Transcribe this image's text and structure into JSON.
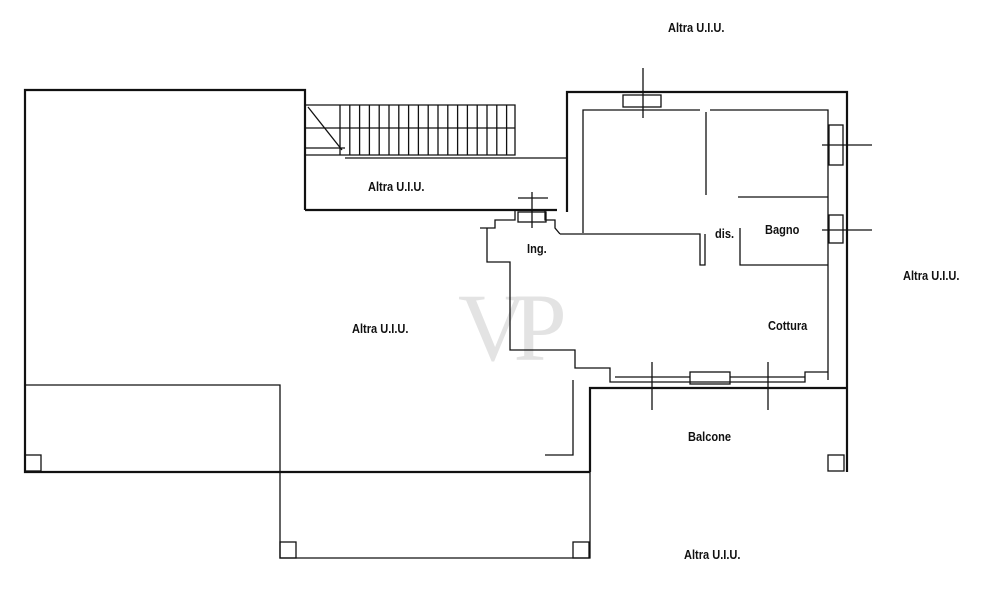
{
  "labels": {
    "altra_top": "Altra U.I.U.",
    "altra_stair": "Altra U.I.U.",
    "altra_left": "Altra U.I.U.",
    "altra_right": "Altra U.I.U.",
    "altra_bottom": "Altra U.I.U.",
    "ingresso": "Ing.",
    "disimpegno": "dis.",
    "bagno": "Bagno",
    "cottura": "Cottura",
    "balcone": "Balcone"
  },
  "watermark": "VP"
}
